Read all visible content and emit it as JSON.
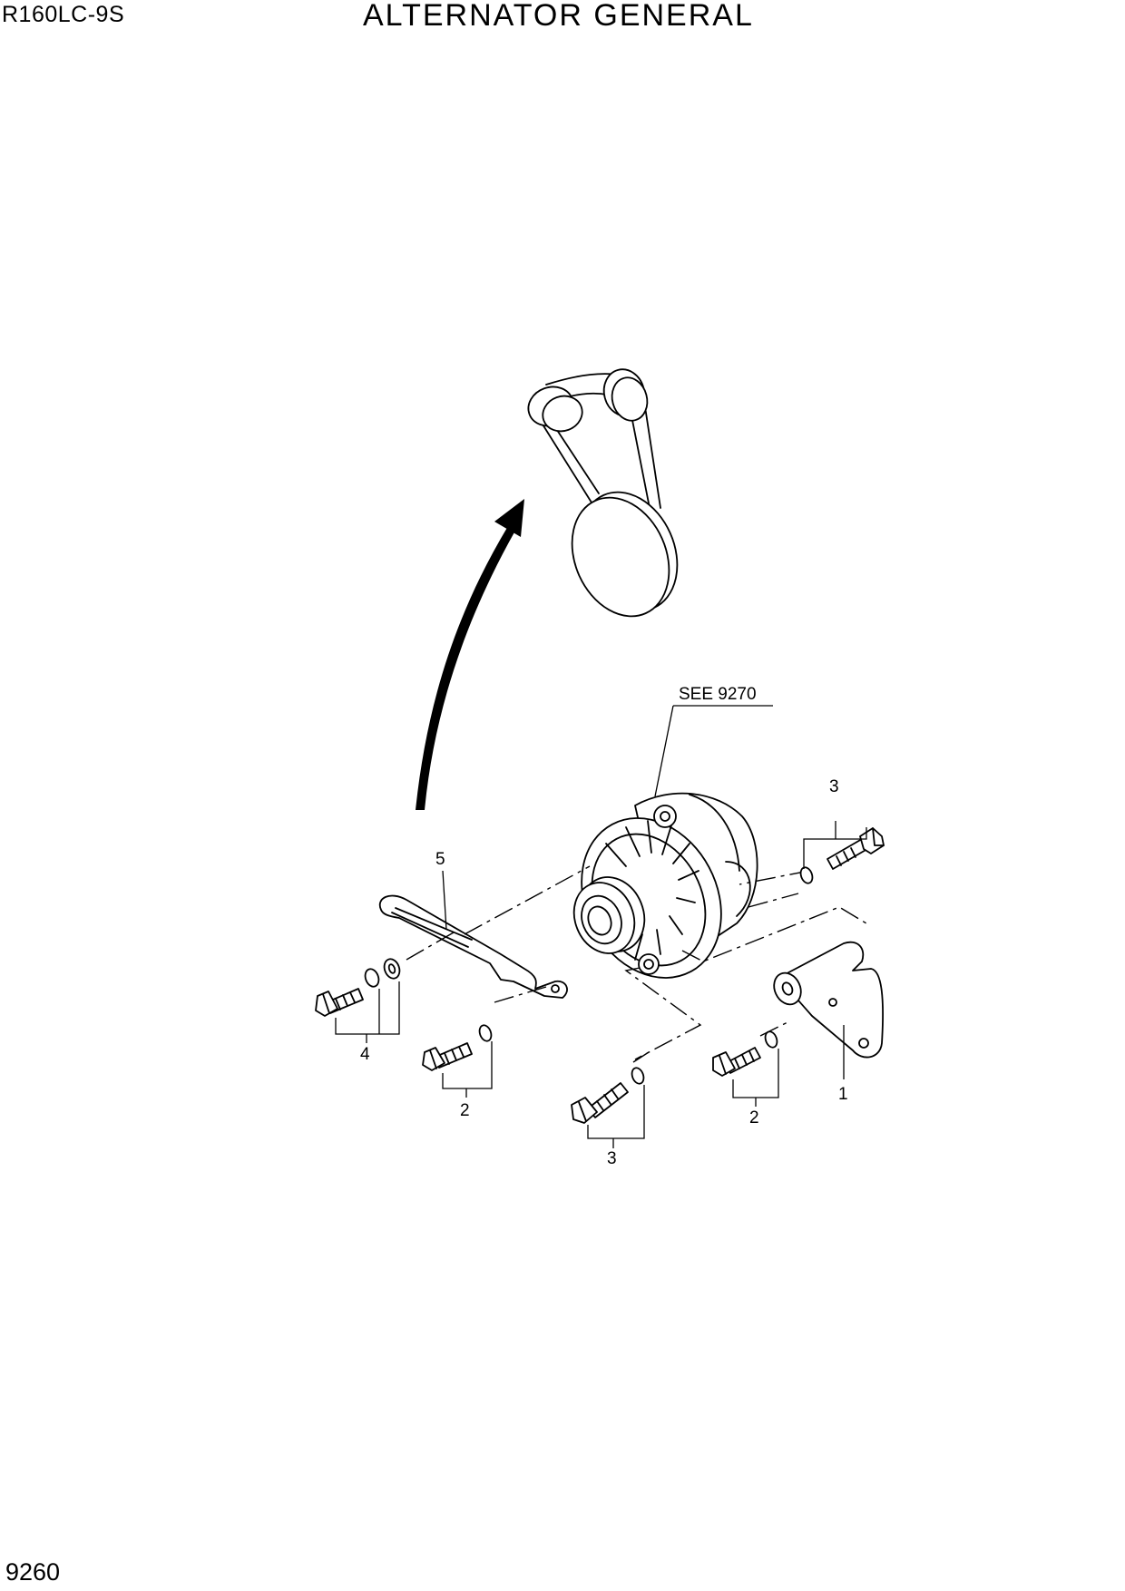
{
  "header": {
    "model": "R160LC-9S",
    "title": "ALTERNATOR GENERAL"
  },
  "footer": {
    "page_number": "9260"
  },
  "diagram": {
    "reference_note": "SEE 9270",
    "callouts": {
      "bracket": "1",
      "bolt_left_lower": "2",
      "bolt_right_lower": "2",
      "bolt_bottom": "3",
      "bolt_top_right": "3",
      "bolt_left": "4",
      "adjust_strap": "5"
    }
  }
}
